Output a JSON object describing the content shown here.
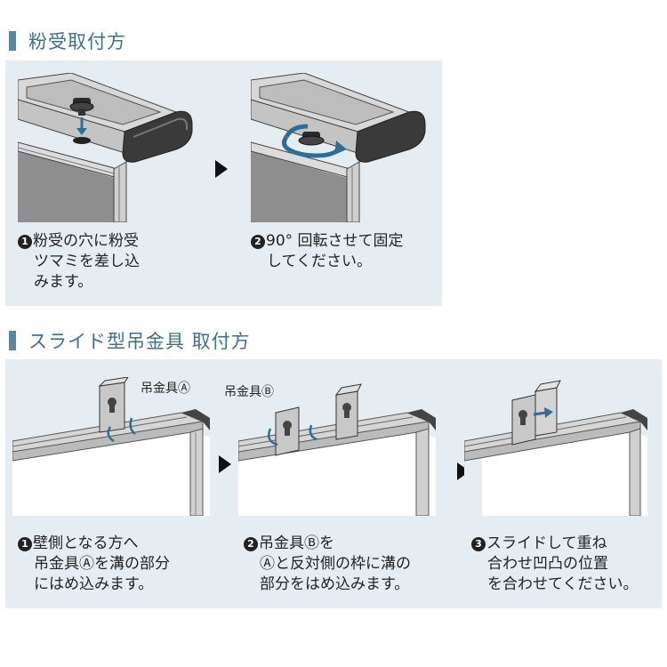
{
  "section1": {
    "title": "粉受取付方",
    "steps": [
      {
        "num": "1",
        "lines": [
          "粉受の穴に粉受",
          "ツマミを差し込",
          "みます。"
        ]
      },
      {
        "num": "2",
        "lines": [
          "90° 回転させて固定",
          "してください。"
        ]
      }
    ]
  },
  "section2": {
    "title": "スライド型吊金具 取付方",
    "callout_a": "吊金具Ⓐ",
    "callout_b": "吊金具Ⓑ",
    "steps": [
      {
        "num": "1",
        "lines": [
          "壁側となる方へ",
          "吊金具Ⓐを溝の部分",
          "にはめ込みます。"
        ]
      },
      {
        "num": "2",
        "lines": [
          "吊金具Ⓑを",
          "Ⓐと反対側の枠に溝の",
          "部分をはめ込みます。"
        ]
      },
      {
        "num": "3",
        "lines": [
          "スライドして重ね",
          "合わせ凹凸の位置",
          "を合わせてください。"
        ]
      }
    ]
  },
  "colors": {
    "accent": "#3f6f8d",
    "panel": "#e6edf2",
    "arrow": "#2e6e96"
  }
}
